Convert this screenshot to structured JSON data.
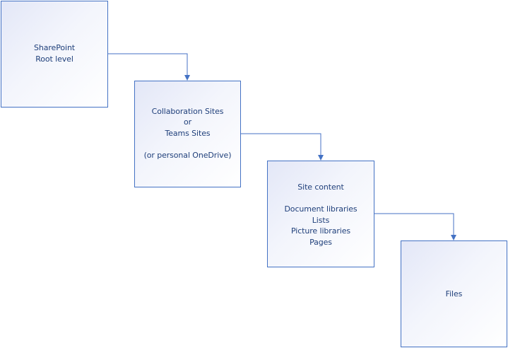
{
  "colors": {
    "border": "#4472c4",
    "text": "#1f3f7a",
    "fill_start": "#e3e7f7",
    "fill_end": "#ffffff"
  },
  "nodes": [
    {
      "id": "sharepoint-root",
      "lines": [
        "SharePoint",
        "Root level"
      ]
    },
    {
      "id": "collaboration-sites",
      "lines": [
        "Collaboration Sites",
        "or",
        "Teams Sites",
        "",
        "(or personal OneDrive)"
      ]
    },
    {
      "id": "site-content",
      "lines": [
        "Site content",
        "",
        "Document libraries",
        "Lists",
        "Picture libraries",
        "Pages"
      ]
    },
    {
      "id": "files",
      "lines": [
        "Files"
      ]
    }
  ],
  "edges": [
    {
      "from": "sharepoint-root",
      "to": "collaboration-sites"
    },
    {
      "from": "collaboration-sites",
      "to": "site-content"
    },
    {
      "from": "site-content",
      "to": "files"
    }
  ]
}
